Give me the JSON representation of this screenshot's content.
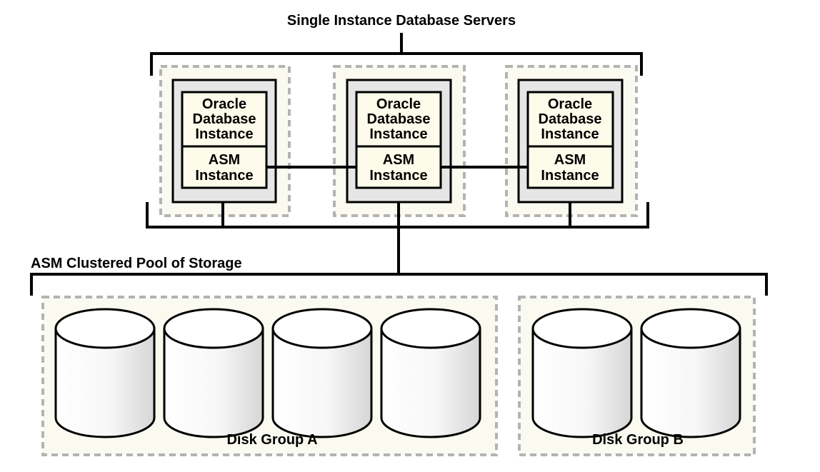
{
  "title": "Single Instance Database Servers",
  "storage_label": "ASM Clustered Pool of Storage",
  "servers": [
    {
      "db_line1": "Oracle",
      "db_line2": "Database",
      "db_line3": "Instance",
      "asm_line1": "ASM",
      "asm_line2": "Instance"
    },
    {
      "db_line1": "Oracle",
      "db_line2": "Database",
      "db_line3": "Instance",
      "asm_line1": "ASM",
      "asm_line2": "Instance"
    },
    {
      "db_line1": "Oracle",
      "db_line2": "Database",
      "db_line3": "Instance",
      "asm_line1": "ASM",
      "asm_line2": "Instance"
    }
  ],
  "disk_groups": [
    {
      "label": "Disk Group A",
      "disk_count": 4
    },
    {
      "label": "Disk Group B",
      "disk_count": 2
    }
  ],
  "colors": {
    "line": "#000000",
    "dashed_border": "#b3b3b3",
    "group_fill": "#fbfaf0",
    "server_frame_fill": "#e6e6e6",
    "instance_fill": "#fdfbea",
    "disk_body": "#ffffff",
    "disk_shade": "#e0e0e0"
  }
}
